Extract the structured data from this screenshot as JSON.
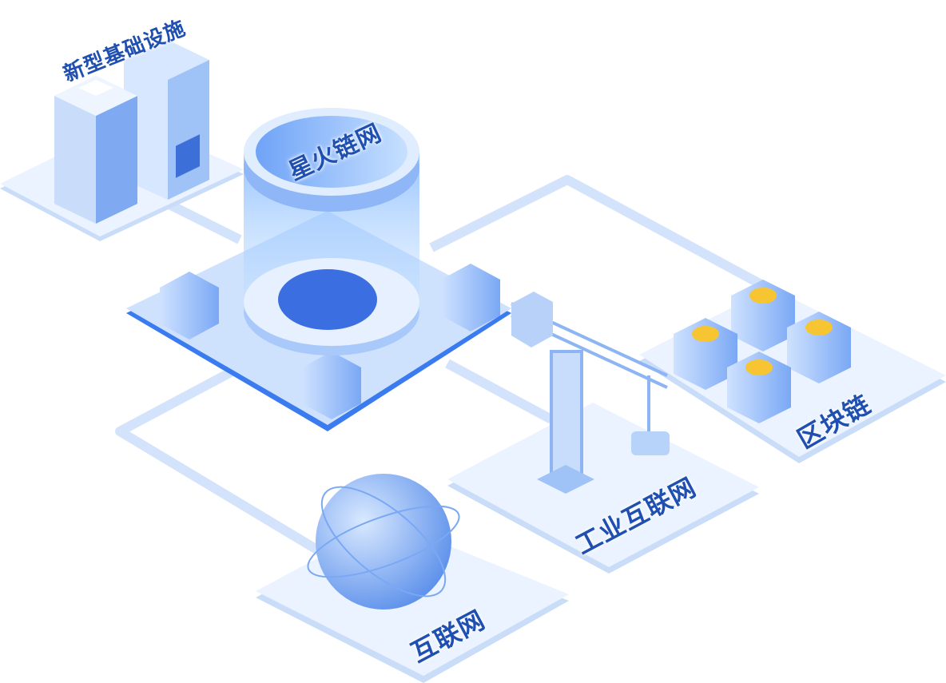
{
  "labels": {
    "infrastructure": "新型基础设施",
    "core": "星火链网",
    "blockchain": "区块链",
    "industrial_internet": "工业互联网",
    "internet": "互联网"
  },
  "colors": {
    "text": "#1f4fb0",
    "platform": "#eaf3ff",
    "platform_edge": "#c9dcf8",
    "connector": "#cfe0fb",
    "accent": "#3b7bf0",
    "coin": "#f7c531"
  }
}
